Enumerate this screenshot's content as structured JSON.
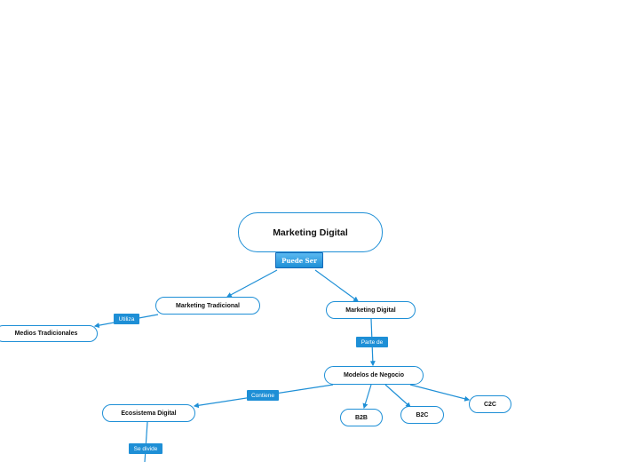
{
  "map": {
    "root": "Marketing Digital",
    "root_link": "Puede Ser",
    "tradicional": "Marketing Tradicional",
    "tradicional_link": "Utiliza",
    "medios": "Medios Tradicionales",
    "digital": "Marketing Digital",
    "digital_link": "Parte de",
    "modelos": "Modelos de Negocio",
    "modelos_link": "Contiene",
    "ecosistema": "Ecosistema Digital",
    "ecosistema_link": "Se divide",
    "b2b": "B2B",
    "b2c": "B2C",
    "c2c": "C2C"
  },
  "colors": {
    "accent": "#1e8fd6",
    "text": "#111111"
  }
}
